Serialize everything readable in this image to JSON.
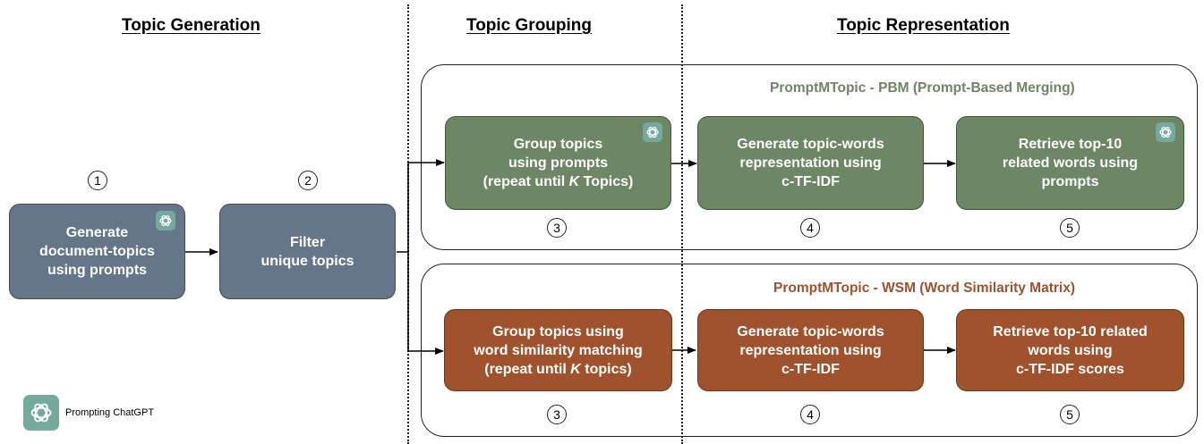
{
  "headers": {
    "generation": "Topic Generation",
    "grouping": "Topic Grouping",
    "representation": "Topic Representation"
  },
  "steps": {
    "generate": {
      "label": "Generate\ndocument-topics\nusing prompts",
      "number": "1"
    },
    "filter": {
      "label": "Filter\nunique topics",
      "number": "2"
    }
  },
  "pbm": {
    "title": "PromptMTopic - PBM (Prompt-Based Merging)",
    "group": {
      "label": "Group topics\nusing prompts\n(repeat until K Topics)",
      "number": "3"
    },
    "represent": {
      "label": "Generate topic-words\nrepresentation using\nc-TF-IDF",
      "number": "4"
    },
    "retrieve": {
      "label": "Retrieve top-10\nrelated words using\nprompts",
      "number": "5"
    }
  },
  "wsm": {
    "title": "PromptMTopic - WSM (Word Similarity Matrix)",
    "group": {
      "label": "Group topics using\nword similarity matching\n(repeat until K topics)",
      "number": "3"
    },
    "represent": {
      "label": "Generate topic-words\nrepresentation using\nc-TF-IDF",
      "number": "4"
    },
    "retrieve": {
      "label": "Retrieve top-10 related\nwords using\nc-TF-IDF scores",
      "number": "5"
    }
  },
  "legend": {
    "label": "Prompting ChatGPT",
    "icon": "chatgpt-icon"
  },
  "colors": {
    "blue": "#647687",
    "green": "#6d8764",
    "brown": "#a0522d",
    "pbm_title": "#6d8764",
    "wsm_title": "#a0522d",
    "chatgpt": "#74aa9c"
  }
}
